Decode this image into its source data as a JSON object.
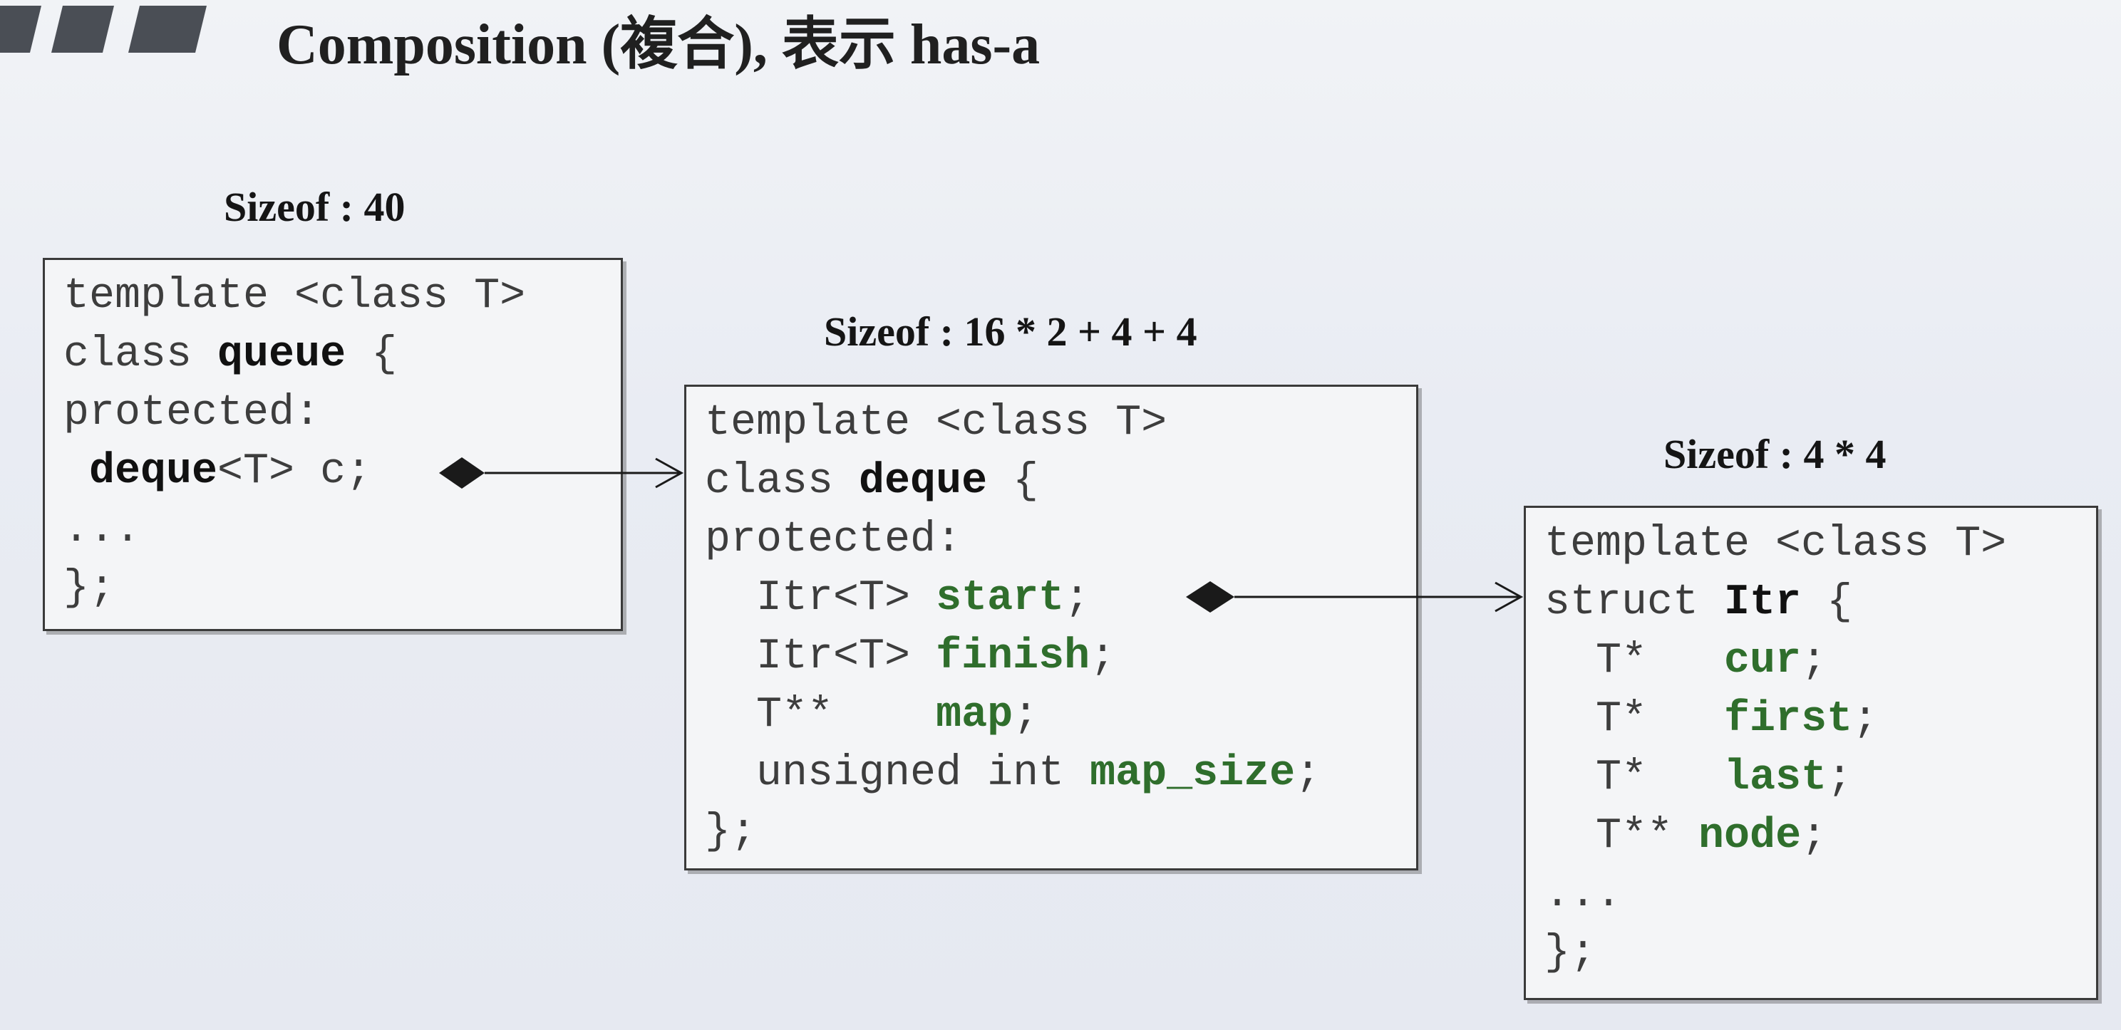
{
  "title": "Composition (複合), 表示 has-a",
  "colors": {
    "line": "#1a1a1a",
    "member": "#2f6e2c",
    "box_border": "#3a3a3a",
    "deco": "#4a4e55"
  },
  "classes": [
    {
      "sizeof": "Sizeof : 40",
      "lines": [
        {
          "parts": [
            {
              "text": "template <class T>",
              "style": "plain"
            }
          ]
        },
        {
          "parts": [
            {
              "text": "class ",
              "style": "plain"
            },
            {
              "text": "queue",
              "style": "bold"
            },
            {
              "text": " {",
              "style": "plain"
            }
          ]
        },
        {
          "parts": [
            {
              "text": "protected:",
              "style": "plain"
            }
          ]
        },
        {
          "parts": [
            {
              "text": " ",
              "style": "plain"
            },
            {
              "text": "deque",
              "style": "bold"
            },
            {
              "text": "<T> c;",
              "style": "plain"
            }
          ]
        },
        {
          "parts": [
            {
              "text": "...",
              "style": "plain"
            }
          ]
        },
        {
          "parts": [
            {
              "text": "};",
              "style": "plain"
            }
          ]
        }
      ]
    },
    {
      "sizeof": "Sizeof : 16 * 2 + 4 + 4",
      "lines": [
        {
          "parts": [
            {
              "text": "template <class T>",
              "style": "plain"
            }
          ]
        },
        {
          "parts": [
            {
              "text": "class ",
              "style": "plain"
            },
            {
              "text": "deque",
              "style": "bold"
            },
            {
              "text": " {",
              "style": "plain"
            }
          ]
        },
        {
          "parts": [
            {
              "text": "protected:",
              "style": "plain"
            }
          ]
        },
        {
          "parts": [
            {
              "text": "  Itr<T> ",
              "style": "plain"
            },
            {
              "text": "start",
              "style": "member"
            },
            {
              "text": ";",
              "style": "plain"
            }
          ]
        },
        {
          "parts": [
            {
              "text": "  Itr<T> ",
              "style": "plain"
            },
            {
              "text": "finish",
              "style": "member"
            },
            {
              "text": ";",
              "style": "plain"
            }
          ]
        },
        {
          "parts": [
            {
              "text": "  T**    ",
              "style": "plain"
            },
            {
              "text": "map",
              "style": "member"
            },
            {
              "text": ";",
              "style": "plain"
            }
          ]
        },
        {
          "parts": [
            {
              "text": "  unsigned int ",
              "style": "plain"
            },
            {
              "text": "map_size",
              "style": "member"
            },
            {
              "text": ";",
              "style": "plain"
            }
          ]
        },
        {
          "parts": [
            {
              "text": "};",
              "style": "plain"
            }
          ]
        }
      ]
    },
    {
      "sizeof": "Sizeof : 4 * 4",
      "lines": [
        {
          "parts": [
            {
              "text": "template <class T>",
              "style": "plain"
            }
          ]
        },
        {
          "parts": [
            {
              "text": "struct ",
              "style": "plain"
            },
            {
              "text": "Itr",
              "style": "bold"
            },
            {
              "text": " {",
              "style": "plain"
            }
          ]
        },
        {
          "parts": [
            {
              "text": "  T*   ",
              "style": "plain"
            },
            {
              "text": "cur",
              "style": "member"
            },
            {
              "text": ";",
              "style": "plain"
            }
          ]
        },
        {
          "parts": [
            {
              "text": "  T*   ",
              "style": "plain"
            },
            {
              "text": "first",
              "style": "member"
            },
            {
              "text": ";",
              "style": "plain"
            }
          ]
        },
        {
          "parts": [
            {
              "text": "  T*   ",
              "style": "plain"
            },
            {
              "text": "last",
              "style": "member"
            },
            {
              "text": ";",
              "style": "plain"
            }
          ]
        },
        {
          "parts": [
            {
              "text": "  T** ",
              "style": "plain"
            },
            {
              "text": "node",
              "style": "member"
            },
            {
              "text": ";",
              "style": "plain"
            }
          ]
        },
        {
          "parts": [
            {
              "text": "...",
              "style": "plain"
            }
          ]
        },
        {
          "parts": [
            {
              "text": "};",
              "style": "plain"
            }
          ]
        }
      ]
    }
  ]
}
